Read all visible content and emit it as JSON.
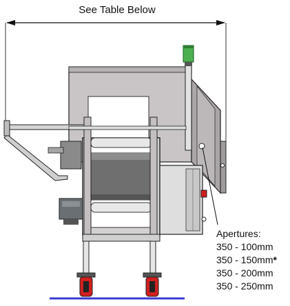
{
  "dimension": {
    "label": "See Table Below"
  },
  "apertures": {
    "heading": "Apertures:",
    "items": [
      {
        "text": "350 - 100mm",
        "mark": ""
      },
      {
        "text": "350 - 150mm",
        "mark": "*"
      },
      {
        "text": "350 - 200mm",
        "mark": ""
      },
      {
        "text": "350 - 250mm",
        "mark": ""
      }
    ]
  },
  "colors": {
    "body": "#c9c5c6",
    "body_dark": "#9f9a9c",
    "outline": "#222222",
    "opening": "#ffffff",
    "tunnel": "#6f6f6f",
    "beacon": "#4caf50",
    "wheel": "#d01f1f",
    "floor": "#3a3ad0"
  }
}
